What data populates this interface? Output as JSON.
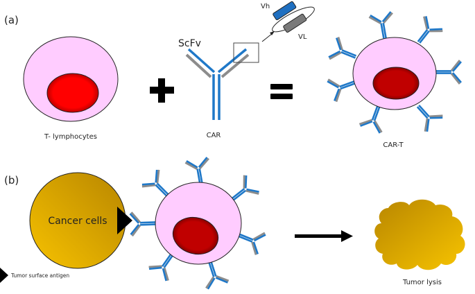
{
  "panels": {
    "a": {
      "label": "(a)",
      "t_cell_label": "T- lymphocytes",
      "plus_symbol": "+",
      "car_label": "CAR",
      "scfv_label": "ScFv",
      "vh_label": "Vh",
      "vl_label": "VL",
      "equals_symbol": "=",
      "car_t_label": "CAR-T"
    },
    "b": {
      "label": "(b)",
      "cancer_cell_label": "Cancer cells",
      "antigen_legend_label": "Tumor surface antigen",
      "tumor_lysis_label": "Tumor lysis"
    }
  },
  "colors": {
    "cell_membrane": "#ffccff",
    "nucleus_t_cell": "#ff0000",
    "nucleus_car_t": "#c00000",
    "receptor_heavy": "#1f78c8",
    "receptor_light": "#8c8c8c",
    "cancer_gold_dark": "#bf8c00",
    "cancer_gold_light": "#f5c000"
  }
}
